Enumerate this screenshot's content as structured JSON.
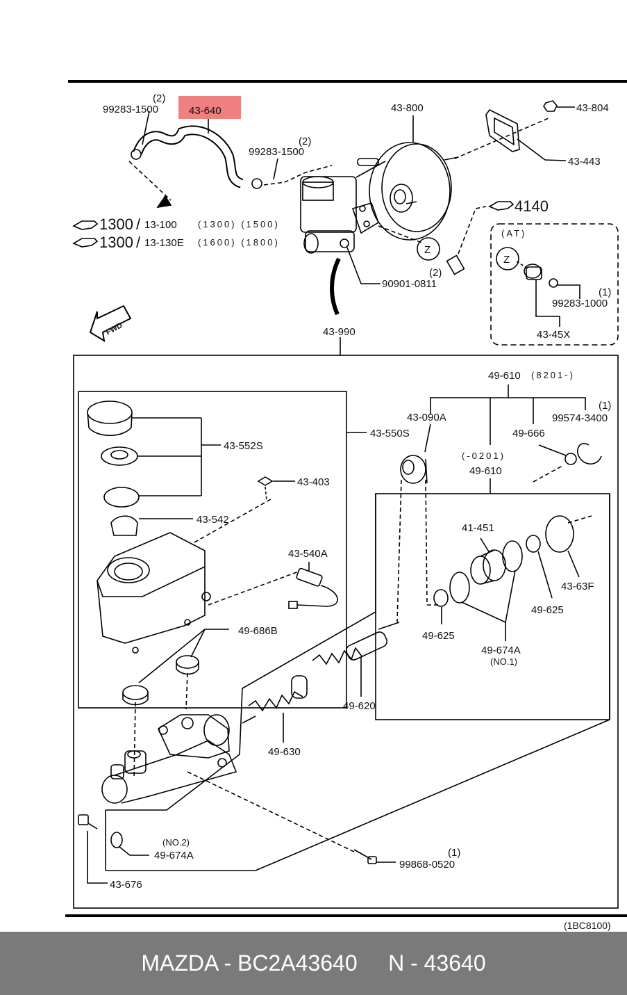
{
  "labels": {
    "l43640": "43-640",
    "l99283_a": "99283-1500",
    "l99283_a_q": "(2)",
    "l99283_b": "99283-1500",
    "l99283_b_q": "(2)",
    "l43800": "43-800",
    "l43804": "43-804",
    "l43443": "43-443",
    "ref4140": "4140",
    "ref1300a": "1300",
    "ref1300a_part": "13-100",
    "ref1300a_sizes": "(1300) (1500)",
    "ref1300b": "1300",
    "ref1300b_part": "13-130E",
    "ref1300b_sizes": "(1600) (1800)",
    "at": "(AT)",
    "l90901": "90901-0811",
    "l90901_q": "(2)",
    "l99283_c": "99283-1000",
    "l99283_c_q": "(1)",
    "l4345x": "43-45X",
    "fwd": "FWD",
    "z1": "Z",
    "z2": "Z",
    "l43990": "43-990",
    "l49610_top": "49-610",
    "l49610_top_range": "(8201-)",
    "l43090a": "43-090A",
    "l99574": "99574-3400",
    "l99574_q": "(1)",
    "l49666": "49-666",
    "l49610_range": "(-0201)",
    "l49610": "49-610",
    "l43552s": "43-552S",
    "l43550s": "43-550S",
    "l43403": "43-403",
    "l43542": "43-542",
    "l43540a": "43-540A",
    "l41451": "41-451",
    "l4363f": "43-63F",
    "l49625_a": "49-625",
    "l49625_b": "49-625",
    "l49674a": "49-674A",
    "l49674a_no": "(NO.1)",
    "l49686b": "49-686B",
    "l49620": "49-620",
    "l49630": "49-630",
    "l49674a_2_no": "(NO.2)",
    "l49674a_2": "49-674A",
    "l99868": "99868-0520",
    "l99868_q": "(1)",
    "l43676": "43-676",
    "code": "(1BC8100)"
  },
  "highlight_color": "#f08080",
  "footer": {
    "brand_part": "MAZDA - BC2A43640",
    "number": "N - 43640"
  }
}
